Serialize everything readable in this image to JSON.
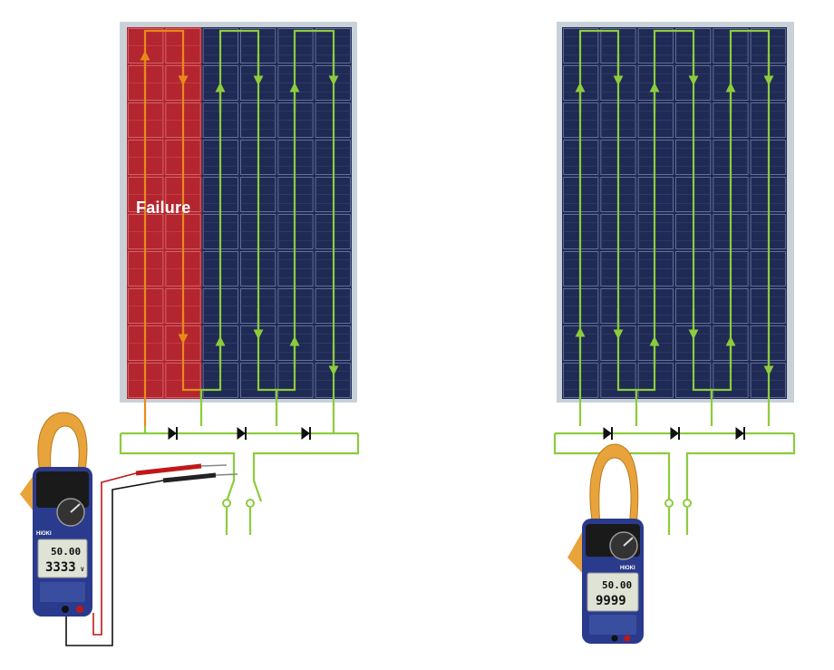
{
  "diagram": {
    "failure_label": "Failure",
    "colors": {
      "cell": "#1f2a55",
      "cell_border": "#8a94b5",
      "frame": "#c9d1d8",
      "failed_cell": "#b3262f",
      "current_arrow": "#8ccc3c",
      "failed_current_arrow": "#e88a1a",
      "clamp_jaw": "#e8a33a",
      "meter_body": "#2a3a8c"
    },
    "left_module": {
      "status": "failure",
      "failed_cell_string": 1,
      "cell_strings": 6
    },
    "right_module": {
      "status": "normal",
      "cell_strings": 6
    },
    "left_meter": {
      "brand": "HIOKI",
      "lcd_top": "50.00",
      "lcd_bottom": "3333",
      "lcd_unit": "V",
      "icon": "clamp-meter-icon",
      "connection": "test-leads"
    },
    "right_meter": {
      "brand": "HIOKI",
      "lcd_top": "50.00",
      "lcd_bottom": "9999",
      "icon": "clamp-meter-icon",
      "connection": "clamp-jaw"
    }
  }
}
